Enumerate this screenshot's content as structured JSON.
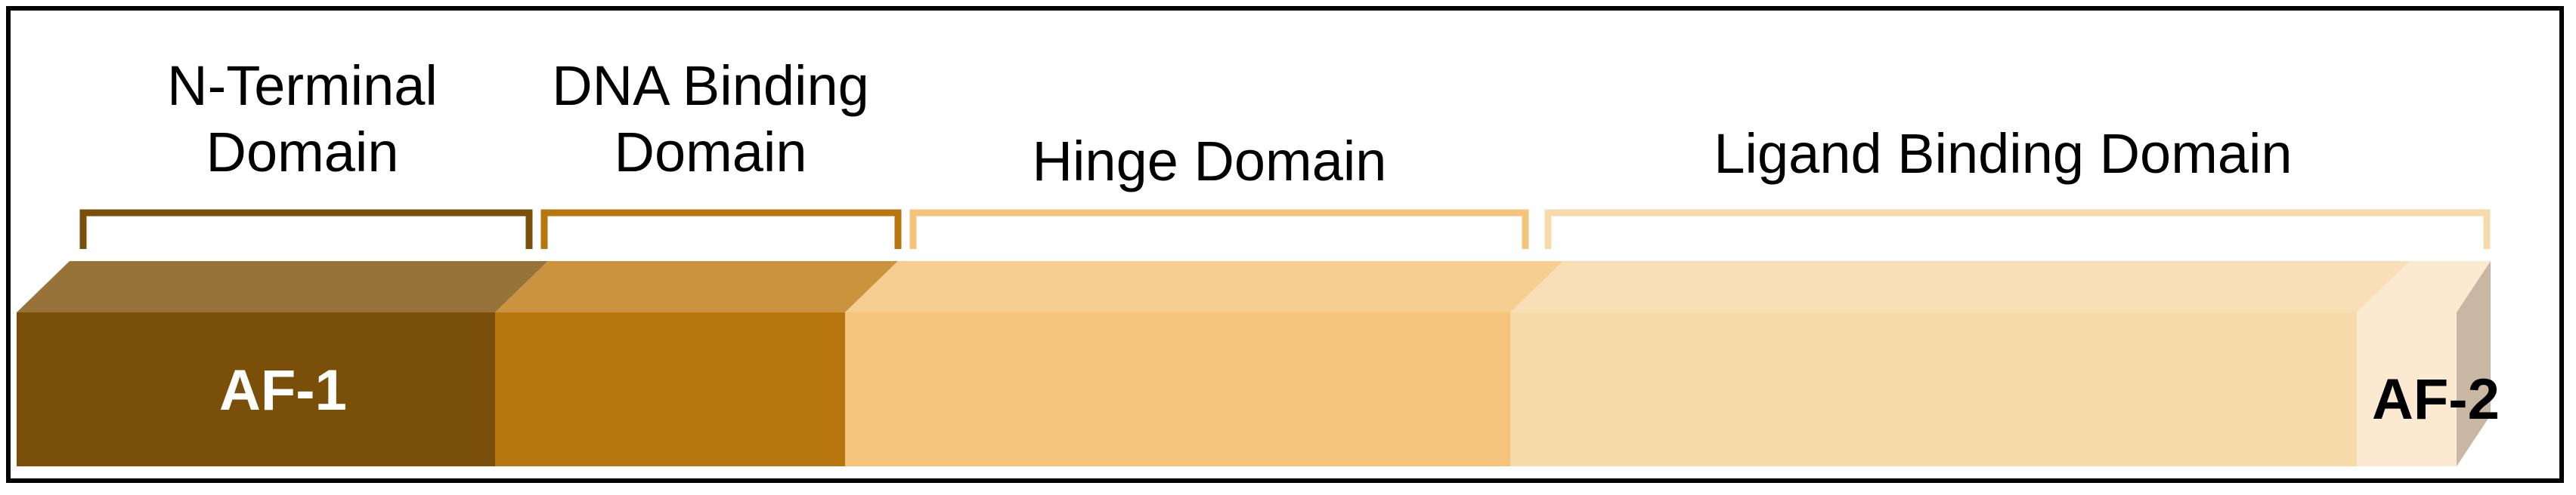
{
  "domains": [
    {
      "id": "ntd",
      "lines": [
        "N-Terminal",
        "Domain"
      ],
      "color": "#7a4f09",
      "top": "#977339",
      "bracket": "#7a4f09"
    },
    {
      "id": "dbd",
      "lines": [
        "DNA Binding",
        "Domain"
      ],
      "color": "#b8760f",
      "top": "#cb933e",
      "bracket": "#b8760f"
    },
    {
      "id": "hinge",
      "lines": [
        "Hinge Domain"
      ],
      "color": "#f5c47c",
      "top": "#f7ce91",
      "bracket": "#f5c47c"
    },
    {
      "id": "lbd",
      "lines": [
        "Ligand Binding Domain"
      ],
      "color": "#f7daa9",
      "top": "#f8dfb6",
      "bracket": "#f7daa9"
    }
  ],
  "af2_color": "#fbe9d2",
  "side_color": "#c8b7a2",
  "af1_label": "AF-1",
  "af2_label": "AF-2",
  "af1_text_color": "#ffffff",
  "af2_text_color": "#000000"
}
